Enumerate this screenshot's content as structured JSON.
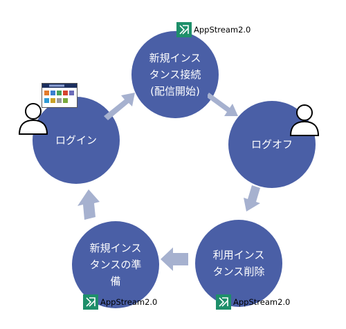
{
  "nodes": {
    "new_instance_connect": "新規インス\nタンス接続\n(配信開始)",
    "login": "ログイン",
    "logoff": "ログオフ",
    "prepare": "新規インス\nタンスの準\n備",
    "delete": "利用インス\nタンス削除"
  },
  "badges": {
    "top": "AppStream2.0",
    "bottom_left": "AppStream2.0",
    "bottom_right": "AppStream2.0"
  },
  "colors": {
    "circle": "#4a5fa6",
    "arrow": "#a6b1cf",
    "badge_bg": "#1e8f6a"
  },
  "icons": {
    "user_left": "person-icon",
    "user_right": "person-icon",
    "app_screen": "app-window-icon"
  }
}
